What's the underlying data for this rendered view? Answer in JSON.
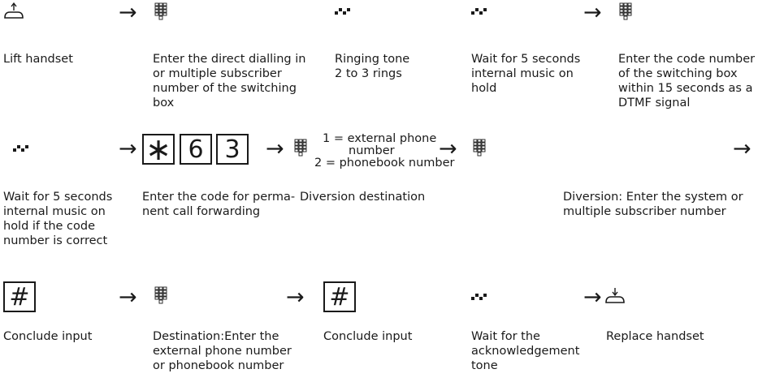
{
  "row1": {
    "labels": [
      [
        "Lift handset"
      ],
      [
        "Enter the direct dialling in",
        "or multiple subscriber",
        "number of the switching",
        "box"
      ],
      [
        "Ringing tone",
        "2 to 3 rings"
      ],
      [
        "Wait for 5 seconds",
        "internal music on",
        "hold"
      ],
      [
        "Enter the code number",
        "of the switching box",
        "within 15 seconds as a",
        "DTMF signal"
      ]
    ]
  },
  "row2": {
    "keys": [
      "∗",
      "6",
      "3"
    ],
    "options": [
      "1 = external phone",
      "number",
      "2 = phonebook number"
    ],
    "labels": [
      [
        "Wait for 5 seconds",
        "internal music on",
        "hold if the code",
        "number is correct"
      ],
      [
        "Enter the code for perma-",
        "nent call forwarding"
      ],
      [
        "Diversion destination"
      ],
      [
        "Diversion: Enter the system or",
        "multiple subscriber number"
      ]
    ]
  },
  "row3": {
    "keys": [
      "#",
      "#"
    ],
    "labels": [
      [
        "Conclude input"
      ],
      [
        "Destination:Enter the",
        "external phone number",
        "or phonebook number"
      ],
      [
        "Conclude input"
      ],
      [
        "Wait for the",
        "acknowledgement",
        "tone"
      ],
      [
        "Replace handset"
      ]
    ]
  },
  "arrow_symbol": "→",
  "icons": {
    "lift": "handset-lift-icon",
    "replace": "handset-replace-icon",
    "keypad": "keypad-icon",
    "tone": "tone-signal-icon"
  }
}
